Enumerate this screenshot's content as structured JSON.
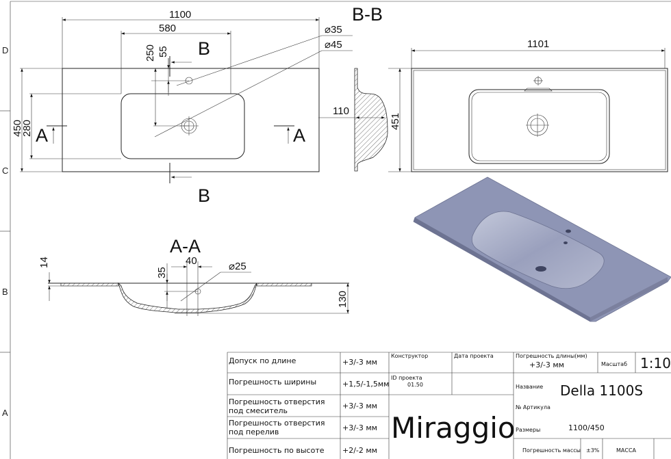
{
  "zones": [
    "D",
    "C",
    "B",
    "A"
  ],
  "plan_view": {
    "dims": {
      "overall_width": "1100",
      "bowl_width": "580",
      "depth": "450",
      "bowl_depth": "280",
      "drain_offset": "250",
      "tap_offset": "55",
      "tap_hole": "⌀35",
      "drain_hole": "⌀45"
    },
    "section_marks": {
      "a_left": "A",
      "a_right": "A",
      "b_top": "B",
      "b_bottom": "B"
    }
  },
  "section_bb": {
    "title": "B-B",
    "dim_depth": "110"
  },
  "top_view": {
    "dim_width": "1101",
    "dim_depth": "451"
  },
  "section_aa": {
    "title": "A-A",
    "dim_thickness": "14",
    "dim_overflow_height": "35",
    "dim_overflow_offset": "40",
    "overflow_hole": "⌀25",
    "dim_height": "130"
  },
  "render_colors": {
    "top": "#8e95b5",
    "basin": "#a3a9c4",
    "edge": "#6d7392"
  },
  "title_block": {
    "tolerances": [
      {
        "label": "Допуск по длине",
        "value": "+3/-3 мм"
      },
      {
        "label": "Погрешность ширины",
        "value": "+1,5/-1,5мм"
      },
      {
        "label_line1": "Погрешность отверстия",
        "label_line2": "под смеситель",
        "value": "+3/-3 мм"
      },
      {
        "label_line1": "Погрешность отверстия",
        "label_line2": "под перелив",
        "value": "+3/-3 мм"
      },
      {
        "label": "Погрешность по высоте",
        "value": "+2/-2 мм"
      }
    ],
    "designer_label": "Конструктор",
    "project_date_label": "Дата проекта",
    "project_id_label": "ID проекта",
    "project_id": "01.50",
    "brand": "Miraggio",
    "length_tolerance_label": "Погрешность длины(мм)",
    "length_tolerance": "+3/-3 мм",
    "scale_label": "Масштаб",
    "scale": "1:10",
    "name_label": "Название",
    "name": "Della 1100S",
    "article_label": "№ Артикула",
    "size_label": "Размеры",
    "size": "1100/450",
    "mass_tolerance_label": "Погрешность массы",
    "mass_tolerance": "±3%",
    "mass_label": "МАССА"
  }
}
